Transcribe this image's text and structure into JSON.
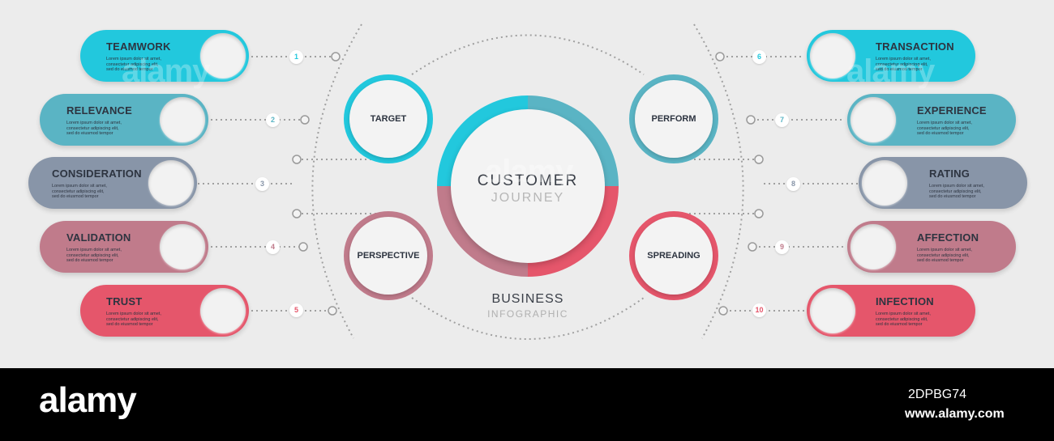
{
  "center": {
    "title": "CUSTOMER",
    "subtitle": "JOURNEY"
  },
  "footer_caption": {
    "title": "BUSINESS",
    "subtitle": "INFOGRAPHIC"
  },
  "colors": {
    "cyan": "#22c8dd",
    "teal": "#5ab4c4",
    "slate": "#8895a8",
    "mauve": "#c07b8b",
    "coral": "#e5566b",
    "background": "#ececec"
  },
  "lorem": [
    "Lorem ipsum dolor sit amet,",
    "consectetur adipiscing elit,",
    "sed do eiusmod tempor"
  ],
  "left_items": [
    {
      "num": "1",
      "title": "TEAMWORK",
      "color": "#22c8dd"
    },
    {
      "num": "2",
      "title": "RELEVANCE",
      "color": "#5ab4c4"
    },
    {
      "num": "3",
      "title": "CONSIDERATION",
      "color": "#8895a8"
    },
    {
      "num": "4",
      "title": "VALIDATION",
      "color": "#c07b8b"
    },
    {
      "num": "5",
      "title": "TRUST",
      "color": "#e5566b"
    }
  ],
  "right_items": [
    {
      "num": "6",
      "title": "TRANSACTION",
      "color": "#22c8dd"
    },
    {
      "num": "7",
      "title": "EXPERIENCE",
      "color": "#5ab4c4"
    },
    {
      "num": "8",
      "title": "RATING",
      "color": "#8895a8"
    },
    {
      "num": "9",
      "title": "AFFECTION",
      "color": "#c07b8b"
    },
    {
      "num": "10",
      "title": "INFECTION",
      "color": "#e5566b"
    }
  ],
  "stages": [
    {
      "label": "TARGET",
      "color": "#22c8dd"
    },
    {
      "label": "PERFORM",
      "color": "#5ab4c4"
    },
    {
      "label": "PERSPECTIVE",
      "color": "#c07b8b"
    },
    {
      "label": "SPREADING",
      "color": "#e5566b"
    }
  ],
  "watermark": {
    "logo": "alamy",
    "image_id": "2DPBG74",
    "site": "www.alamy.com"
  }
}
